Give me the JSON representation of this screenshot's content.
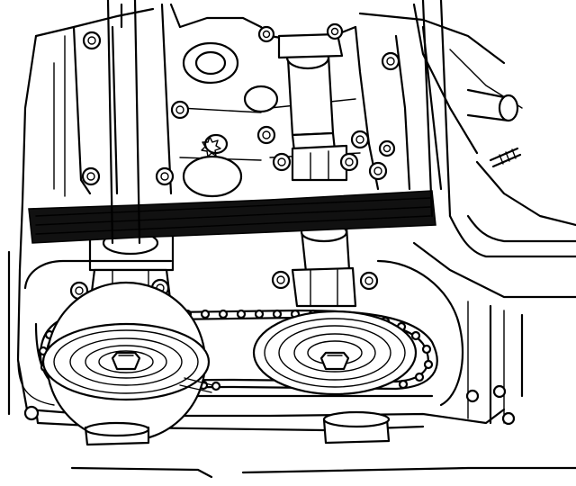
{
  "figure": {
    "colors": {
      "ink": "#000000",
      "paper": "#ffffff",
      "tool_fill": "#2a2a2a"
    },
    "parts": [
      {
        "id": "engine-block"
      },
      {
        "id": "cylinder-head"
      },
      {
        "id": "camshaft-locking-tool"
      },
      {
        "id": "timing-chain"
      },
      {
        "id": "intake-camshaft-sprocket"
      },
      {
        "id": "exhaust-camshaft-sprocket"
      },
      {
        "id": "camshaft-bearing-caps"
      },
      {
        "id": "coolant-hose"
      },
      {
        "id": "pipe-stud"
      }
    ]
  }
}
